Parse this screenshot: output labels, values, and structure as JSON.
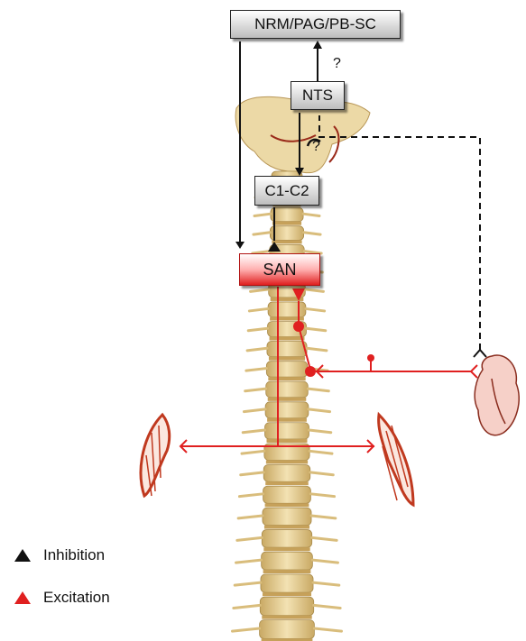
{
  "nodes": {
    "brainstem": "NRM/PAG/PB-SC",
    "nts": "NTS",
    "c1c2": "C1-C2",
    "san": "SAN"
  },
  "question_marks": [
    "?",
    "?"
  ],
  "legend": [
    {
      "label": "Inhibition",
      "color": "#111111"
    },
    {
      "label": "Excitation",
      "color": "#e02020"
    }
  ],
  "colors": {
    "excitatory_path": "#e02020",
    "inhibitory_path": "#111111",
    "bone": "#e8cf94",
    "disc": "#c6a15a",
    "muscle": "#c0391f",
    "heart": "#f3c7c0"
  },
  "icons": [
    "spine-icon",
    "skull-icon",
    "heart-icon",
    "muscle-icon"
  ]
}
